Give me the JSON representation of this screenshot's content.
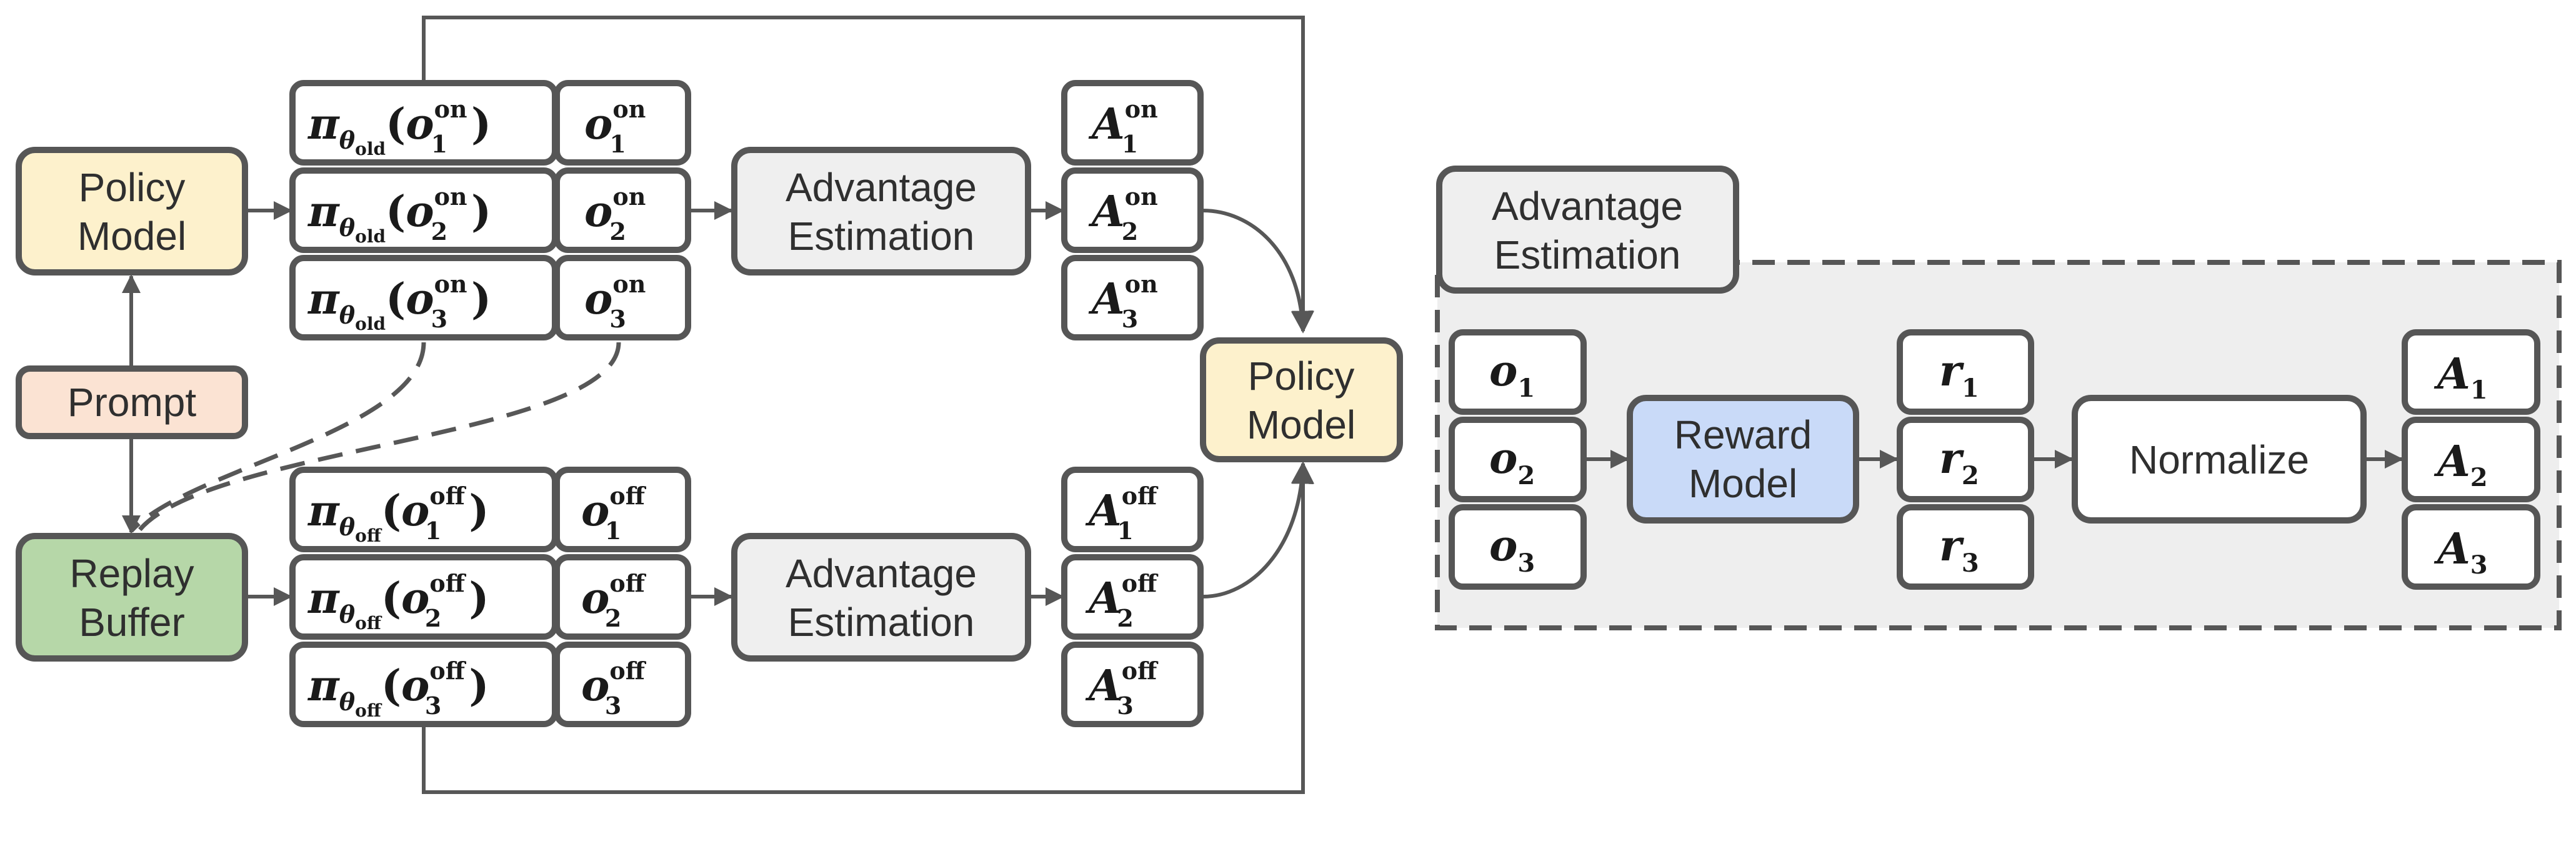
{
  "left": {
    "policy_model": [
      "Policy",
      "Model"
    ],
    "prompt": "Prompt",
    "replay_buffer": [
      "Replay",
      "Buffer"
    ],
    "advantage_estimation": [
      "Advantage",
      "Estimation"
    ],
    "target_policy_model": [
      "Policy",
      "Model"
    ],
    "on": {
      "pi_symbol": "π",
      "theta": "θ",
      "policy_sub": "old",
      "out_symbol": "o",
      "adv_symbol": "A",
      "sup": "on",
      "indices": [
        "1",
        "2",
        "3"
      ]
    },
    "off": {
      "pi_symbol": "π",
      "theta": "θ",
      "policy_sub": "off",
      "out_symbol": "o",
      "adv_symbol": "A",
      "sup": "off",
      "indices": [
        "1",
        "2",
        "3"
      ]
    }
  },
  "right": {
    "title": [
      "Advantage",
      "Estimation"
    ],
    "reward_model": [
      "Reward",
      "Model"
    ],
    "normalize": "Normalize",
    "outputs": [
      {
        "sym": "o",
        "idx": "1"
      },
      {
        "sym": "o",
        "idx": "2"
      },
      {
        "sym": "o",
        "idx": "3"
      }
    ],
    "rewards": [
      {
        "sym": "r",
        "idx": "1"
      },
      {
        "sym": "r",
        "idx": "2"
      },
      {
        "sym": "r",
        "idx": "3"
      }
    ],
    "advantages": [
      {
        "sym": "A",
        "idx": "1"
      },
      {
        "sym": "A",
        "idx": "2"
      },
      {
        "sym": "A",
        "idx": "3"
      }
    ]
  },
  "colors": {
    "policy_fill": "#fdf1cc",
    "prompt_fill": "#fbe3d3",
    "replay_fill": "#b6d7a8",
    "reward_fill": "#c9daf8",
    "advantage_fill": "#efefef",
    "panel_fill": "#eeeeee",
    "stroke": "#565656"
  }
}
